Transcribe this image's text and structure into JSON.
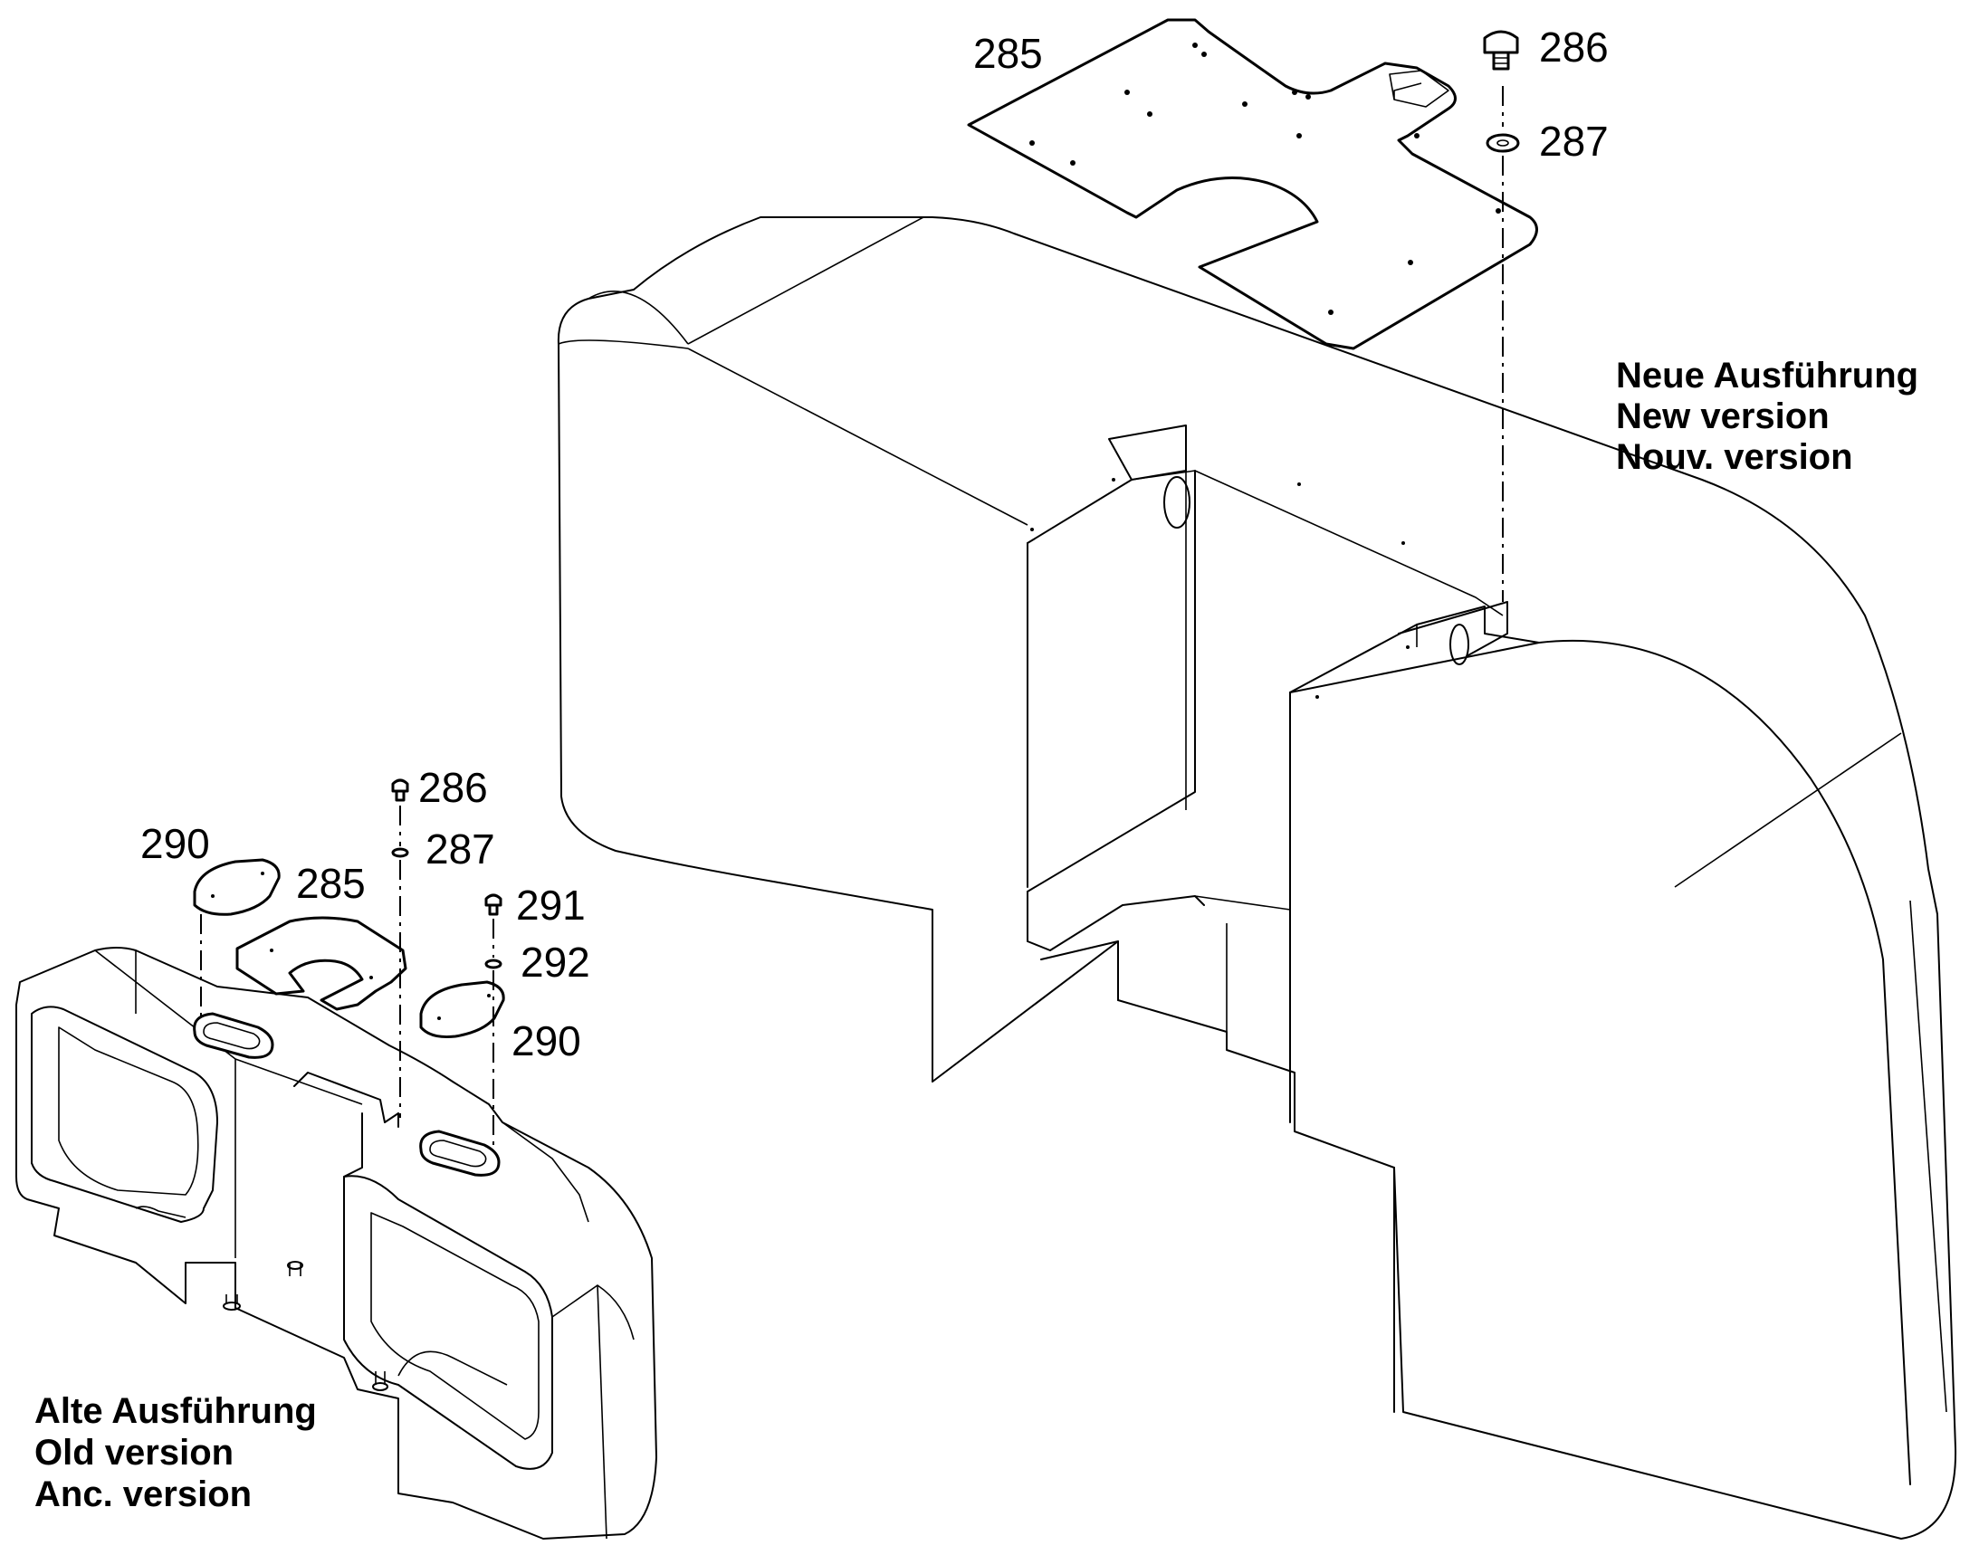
{
  "new_version": {
    "callouts": {
      "plate": "285",
      "bolt": "286",
      "washer": "287"
    },
    "caption": {
      "line1": "Neue Ausführung",
      "line2": "New version",
      "line3": "Nouv. version"
    }
  },
  "old_version": {
    "callouts": {
      "bolt_center": "286",
      "washer_center": "287",
      "cover_left": "290",
      "plate": "285",
      "bolt_right": "291",
      "washer_right": "292",
      "cover_right": "290"
    },
    "caption": {
      "line1": "Alte Ausführung",
      "line2": "Old version",
      "line3": "Anc. version"
    }
  }
}
